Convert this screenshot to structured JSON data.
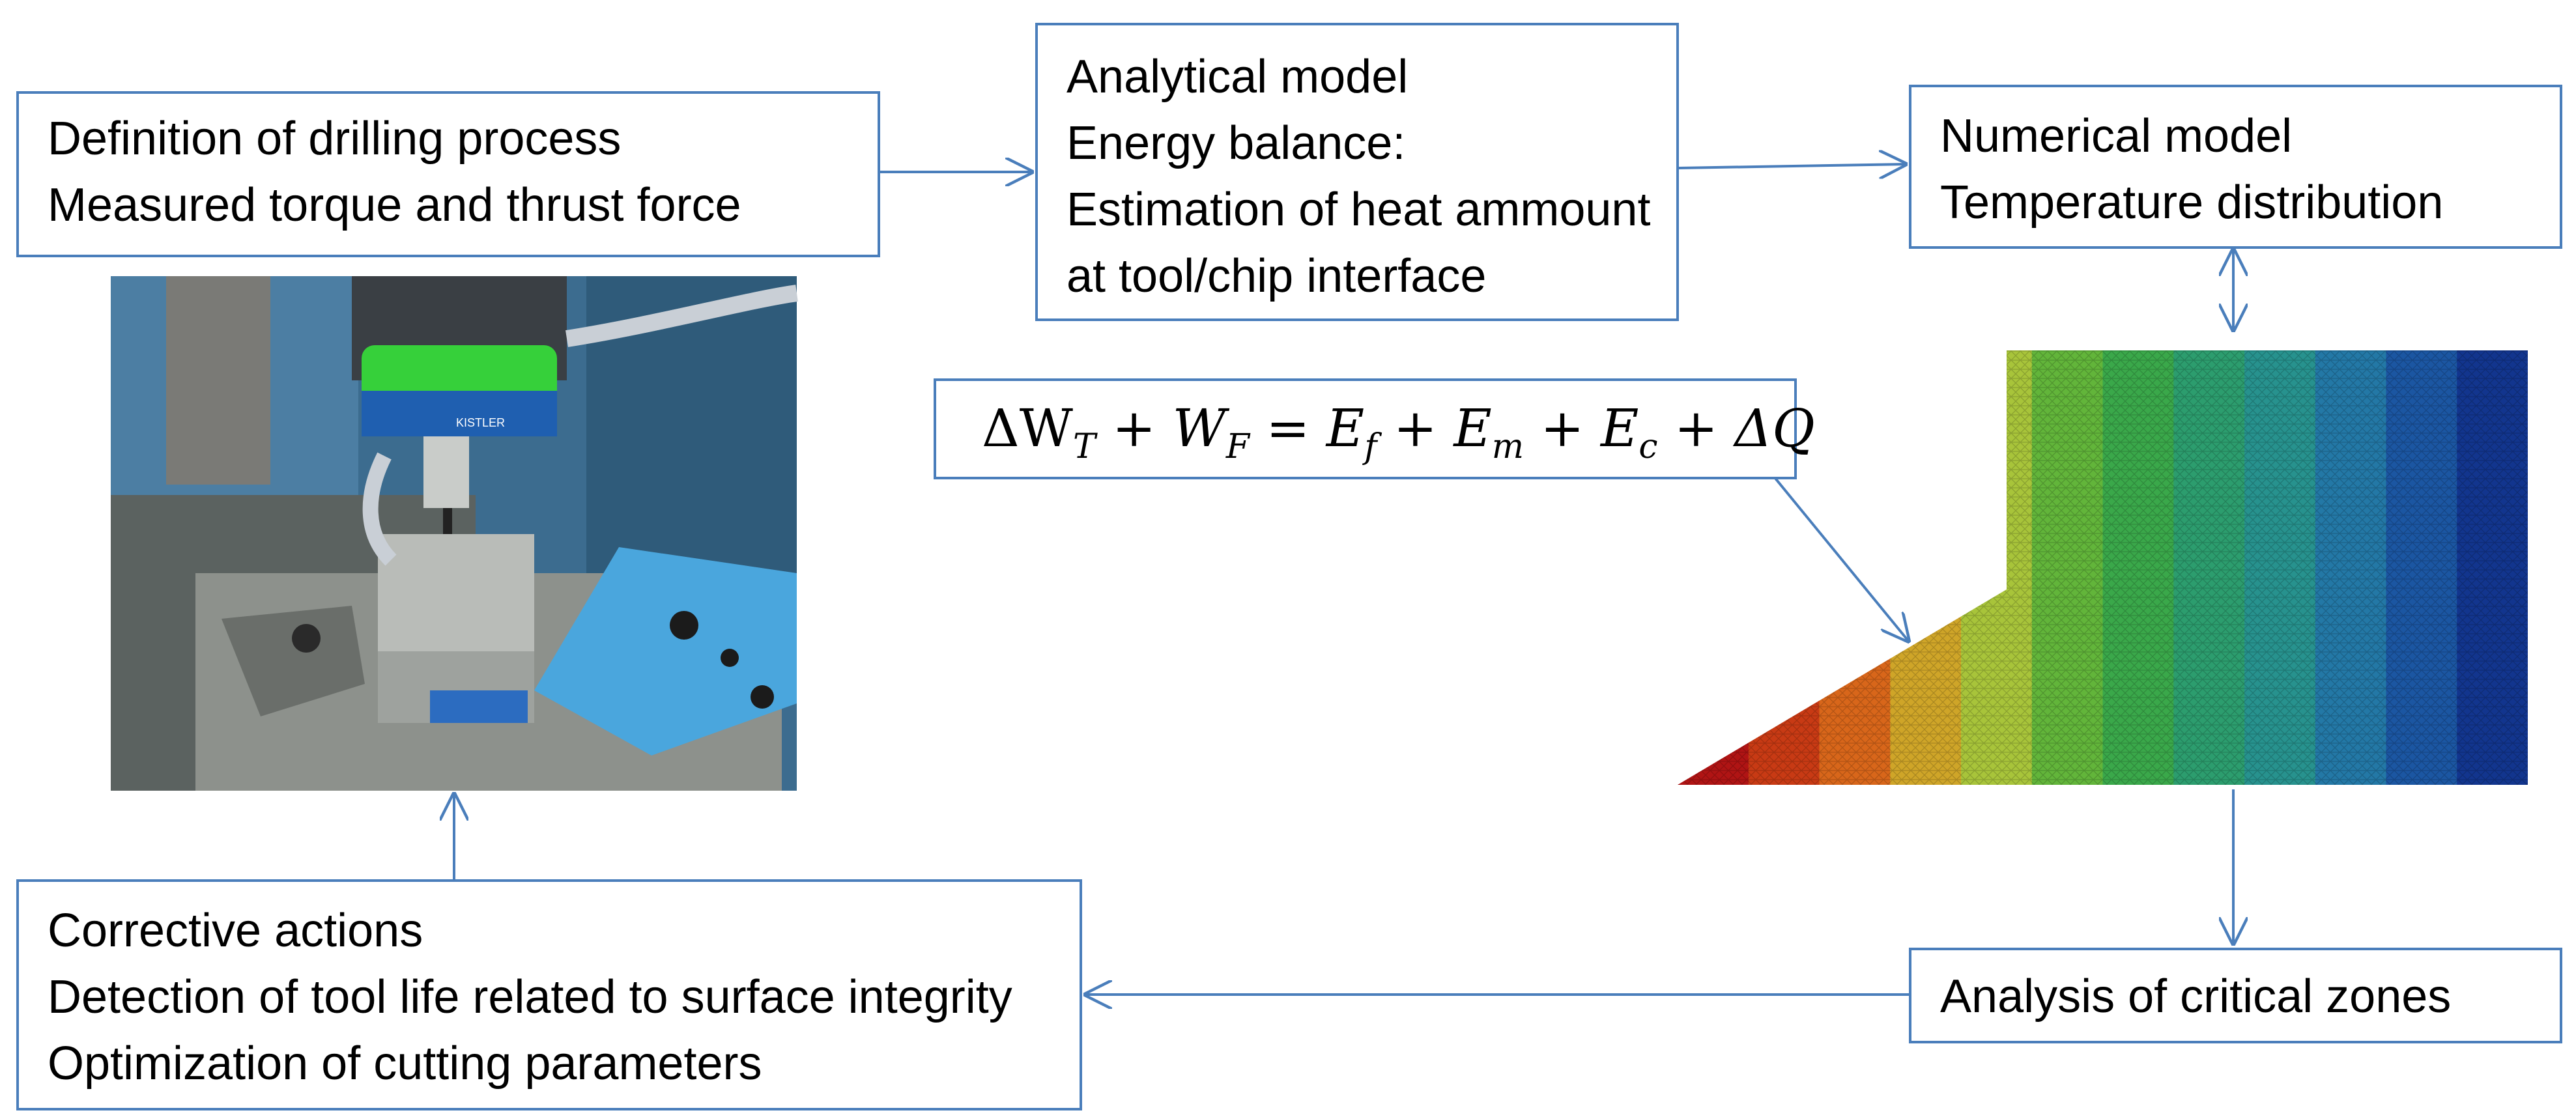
{
  "boxes": {
    "drilling": {
      "lines": [
        "Definition of drilling process",
        "Measured torque and thrust force"
      ]
    },
    "analytical": {
      "lines": [
        "Analytical model",
        "Energy balance:",
        "Estimation of heat ammount",
        "at tool/chip interface"
      ]
    },
    "numerical": {
      "lines": [
        "Numerical model",
        "Temperature distribution"
      ]
    },
    "corrective": {
      "lines": [
        "Corrective actions",
        "Detection of tool life related to surface integrity",
        "Optimization of cutting parameters"
      ]
    },
    "analysis": {
      "lines": [
        "Analysis of critical zones"
      ]
    }
  },
  "equation": {
    "t1": "ΔW",
    "s1": "T",
    "op1": " + ",
    "t2": "W",
    "s2": "F",
    "eq": " = ",
    "t3": "E",
    "s3": "f",
    "op2": " + ",
    "t4": "E",
    "s4": "m",
    "op3": " + ",
    "t5": "E",
    "s5": "c",
    "op4": " + ",
    "t6": "ΔQ"
  },
  "photo": {
    "machine_label": "KISTLER"
  },
  "colors": {
    "box_border": "#4a7ebb",
    "arrow": "#4a7ebb",
    "circle": "#2f4f86"
  },
  "fem_band_colors": [
    "#b01414",
    "#c83a14",
    "#d8661a",
    "#cfa528",
    "#a8c43a",
    "#62b53a",
    "#3aa84a",
    "#2c9d6e",
    "#27928e",
    "#2378a6",
    "#1b56a2",
    "#12358e"
  ]
}
